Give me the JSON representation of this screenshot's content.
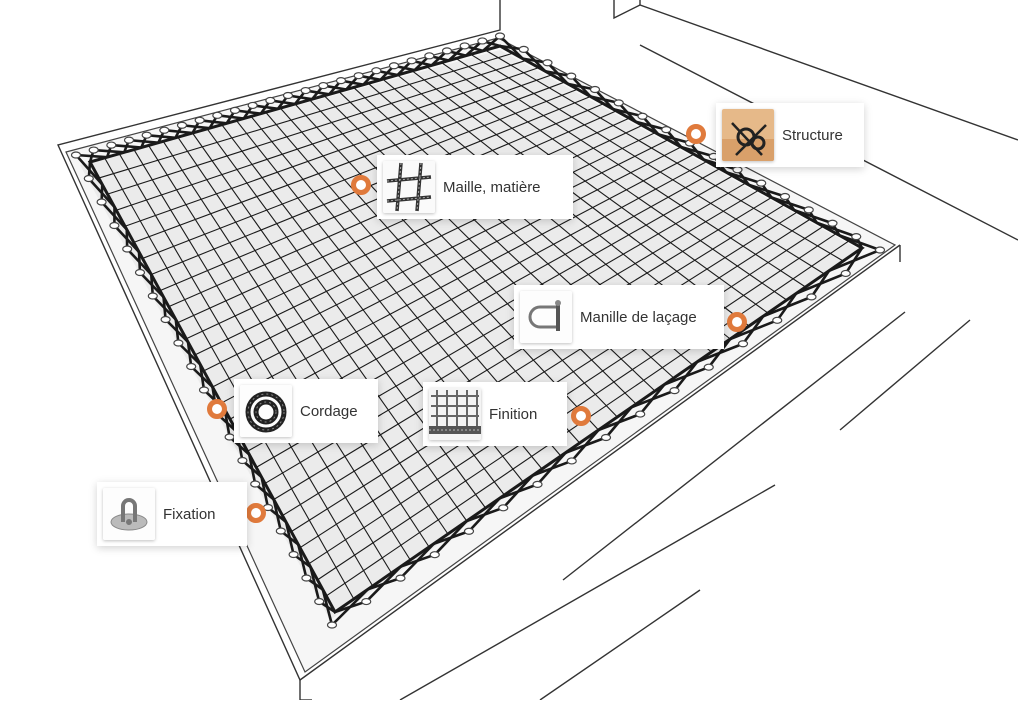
{
  "colors": {
    "accent": "#e07a3c",
    "net": "#1a1a1a",
    "floor": "#f4f4f4"
  },
  "hotspots": [
    {
      "id": "structure",
      "label": "Structure",
      "icon": "wooden-beam-with-rope-icon"
    },
    {
      "id": "maille",
      "label": "Maille, matière",
      "icon": "net-mesh-icon"
    },
    {
      "id": "manille",
      "label": "Manille de laçage",
      "icon": "shackle-icon"
    },
    {
      "id": "cordage",
      "label": "Cordage",
      "icon": "coiled-rope-icon"
    },
    {
      "id": "finition",
      "label": "Finition",
      "icon": "net-edge-finish-icon"
    },
    {
      "id": "fixation",
      "label": "Fixation",
      "icon": "anchor-eye-plate-icon"
    }
  ]
}
